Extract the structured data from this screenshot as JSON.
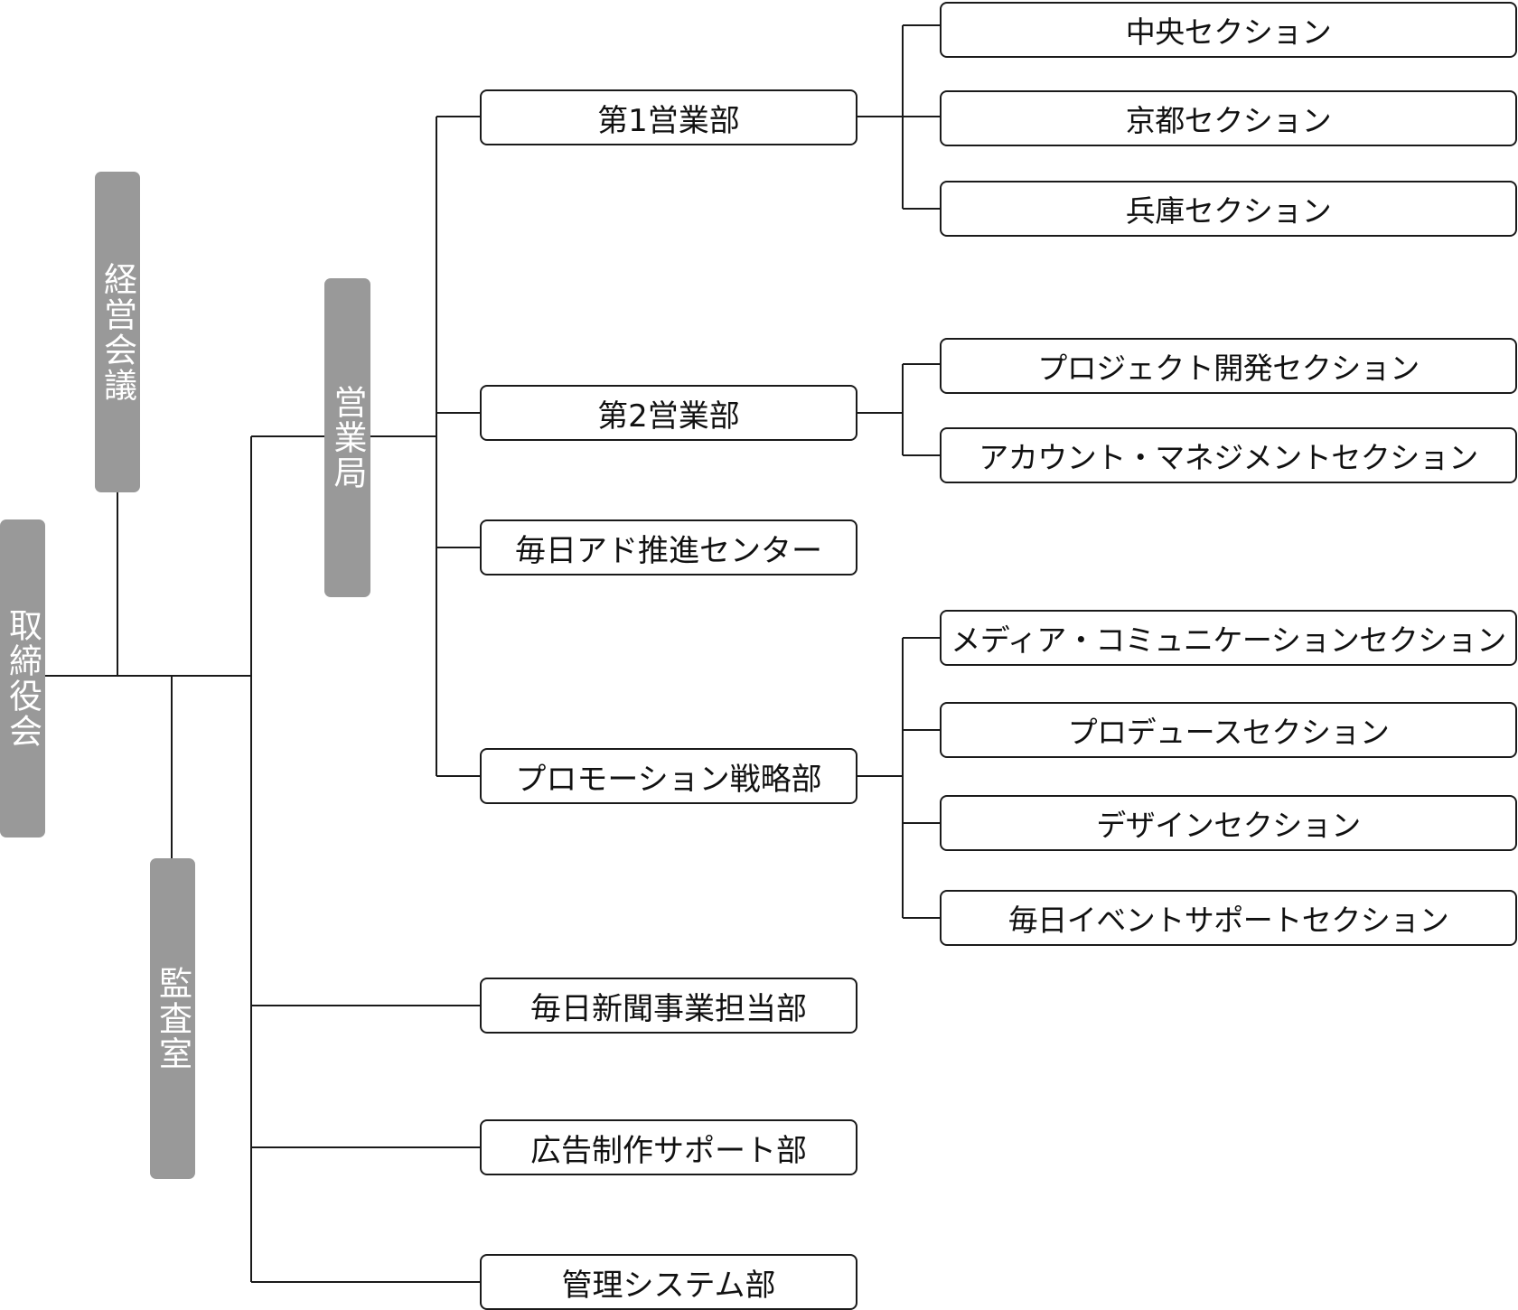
{
  "colors": {
    "gray_box": "#999999",
    "line": "#1a1a1a",
    "box_border": "#1a1a1a"
  },
  "board": {
    "label": "取締役会"
  },
  "management_meeting": {
    "label": "経営会議"
  },
  "audit": {
    "label": "監査室"
  },
  "sales_bureau": {
    "label": "営業局"
  },
  "departments": [
    {
      "label": "第1営業部"
    },
    {
      "label": "第2営業部"
    },
    {
      "label": "毎日アド推進センター"
    },
    {
      "label": "プロモーション戦略部"
    },
    {
      "label": "毎日新聞事業担当部"
    },
    {
      "label": "広告制作サポート部"
    },
    {
      "label": "管理システム部"
    }
  ],
  "sections": [
    {
      "label": "中央セクション"
    },
    {
      "label": "京都セクション"
    },
    {
      "label": "兵庫セクション"
    },
    {
      "label": "プロジェクト開発セクション"
    },
    {
      "label": "アカウント・マネジメントセクション"
    },
    {
      "label": "メディア・コミュニケーションセクション"
    },
    {
      "label": "プロデュースセクション"
    },
    {
      "label": "デザインセクション"
    },
    {
      "label": "毎日イベントサポートセクション"
    }
  ]
}
